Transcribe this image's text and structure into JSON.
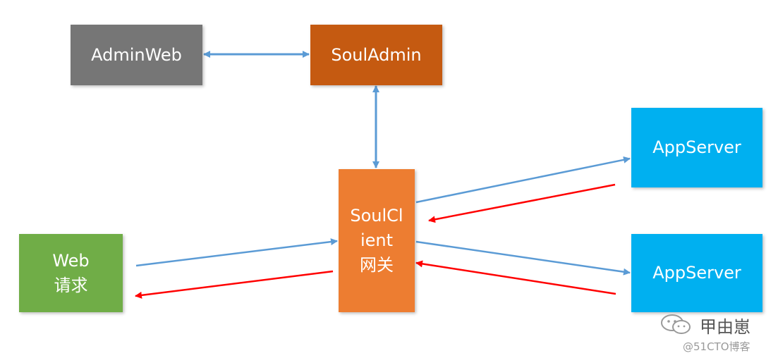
{
  "nodes": {
    "adminweb": {
      "label": "AdminWeb",
      "color": "#767676"
    },
    "souladmin": {
      "label": "SoulAdmin",
      "color": "#c55a11"
    },
    "soulclient": {
      "line1": "SoulCl",
      "line2": "ient",
      "line3": "网关",
      "color": "#ed7d31"
    },
    "web_request": {
      "line1": "Web",
      "line2": "请求",
      "color": "#70ad47"
    },
    "appserver_top": {
      "label": "AppServer",
      "color": "#00b0f0"
    },
    "appserver_bottom": {
      "label": "AppServer",
      "color": "#00b0f0"
    }
  },
  "edges": {
    "request_color": "#5b9bd5",
    "response_color": "#ff0000"
  },
  "watermark": {
    "name": "甲由崽",
    "site": "@51CTO博客",
    "icon": "wechat-icon"
  }
}
